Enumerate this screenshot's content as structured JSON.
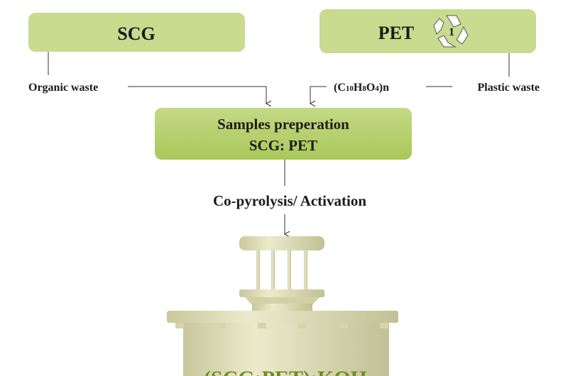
{
  "scg_box": {
    "label": "SCG"
  },
  "pet_box": {
    "label": "PET",
    "recycle_code": "1"
  },
  "organic_waste": "Organic waste",
  "plastic_waste": "Plastic waste",
  "formula": {
    "prefix": "(C",
    "c_sub": "10",
    "h": "H",
    "h_sub": "8",
    "o": "O",
    "o_sub": "4",
    "suffix": ")n"
  },
  "preparation_box": {
    "line1": "Samples preperation",
    "line2": "SCG: PET"
  },
  "process_label": "Co-pyrolysis/ Activation",
  "reactor_label": "(SCG:PET):KOH",
  "colors": {
    "box_light": "#c8db8f",
    "box_mid": "#b4cd66",
    "reactor": "#d9d8b4",
    "reactor_text": "#6b8e23"
  }
}
